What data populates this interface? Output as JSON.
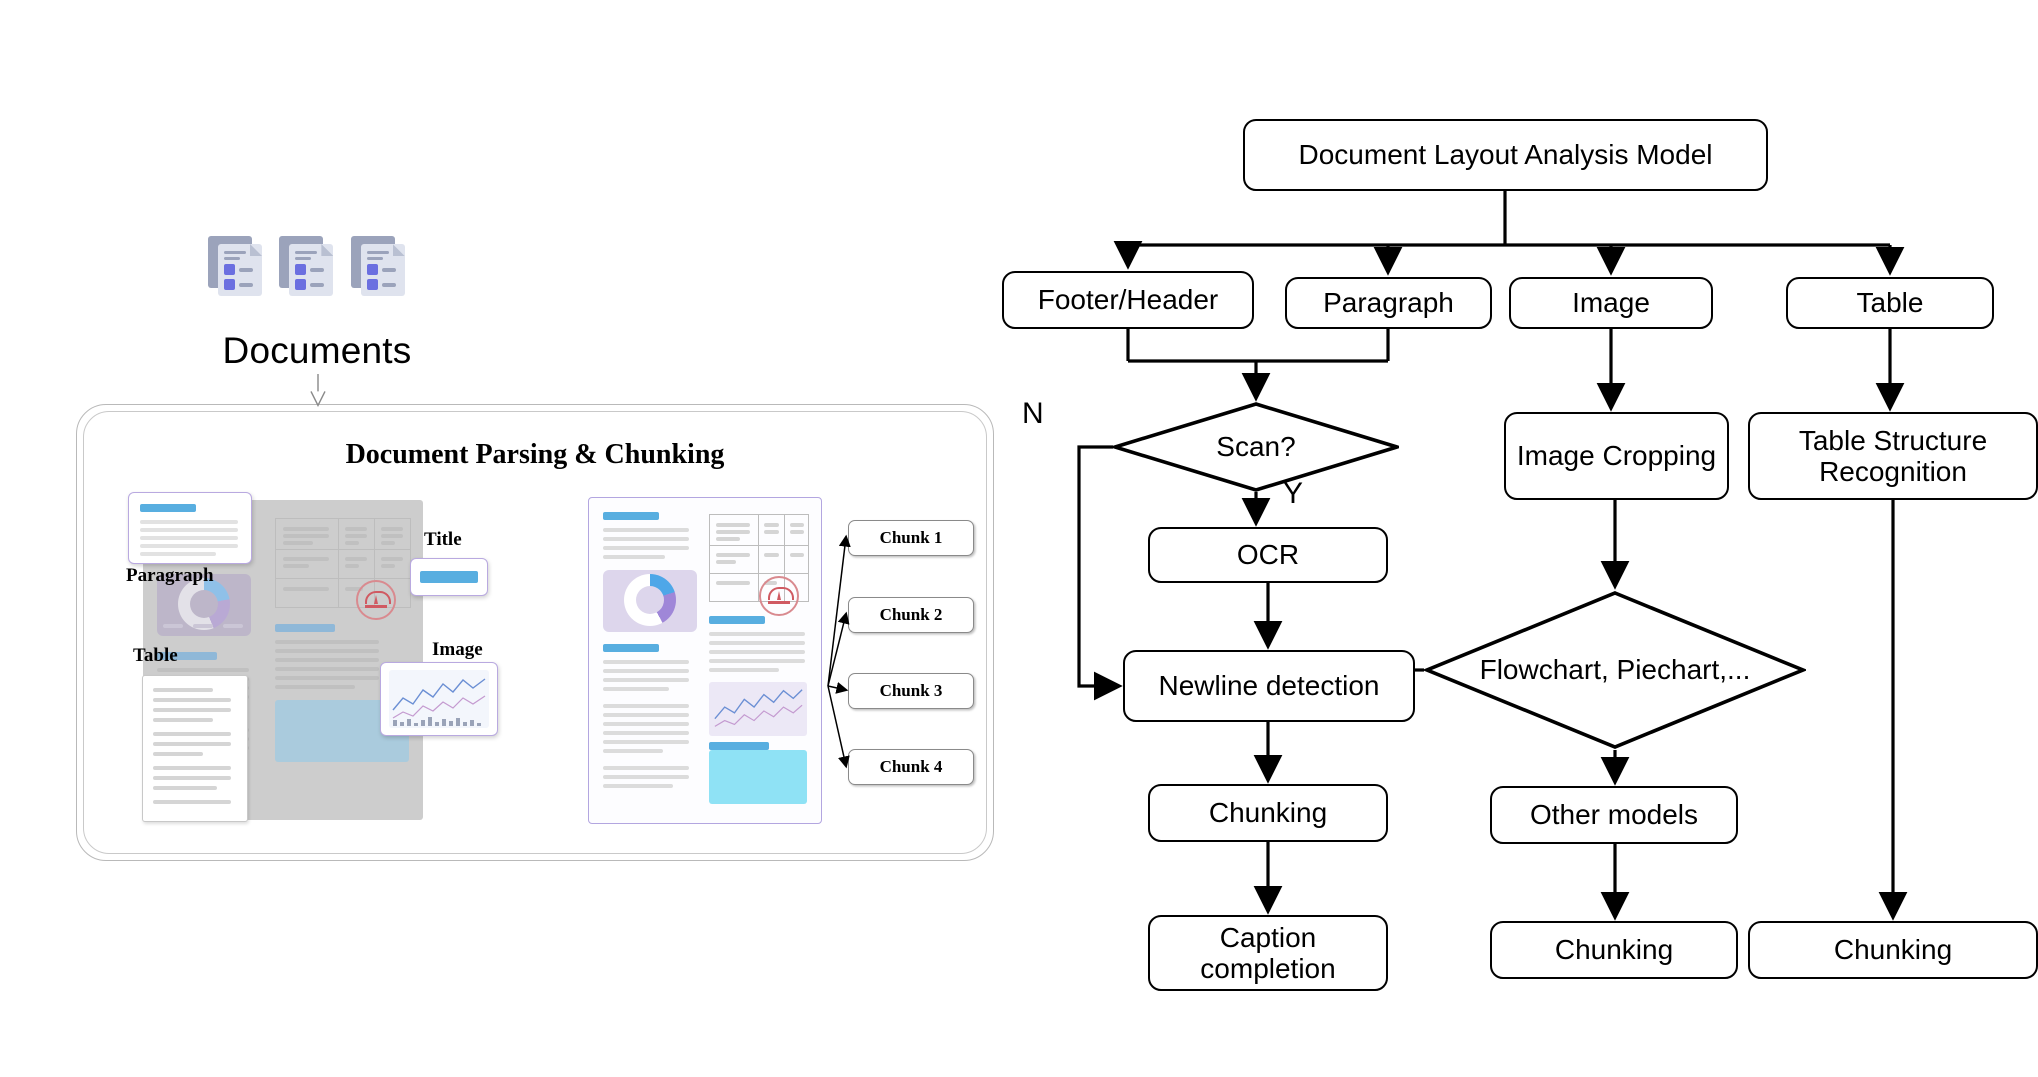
{
  "left_panel": {
    "documents_label": "Documents",
    "panel_title": "Document Parsing & Chunking",
    "annotations": {
      "paragraph": "Paragraph",
      "table": "Table",
      "title": "Title",
      "image": "Image"
    },
    "chunks": [
      "Chunk 1",
      "Chunk 2",
      "Chunk 3",
      "Chunk 4"
    ],
    "doc_icon_count": 3
  },
  "flowchart": {
    "nodes": {
      "root": "Document Layout Analysis Model",
      "footer_header": "Footer/Header",
      "paragraph": "Paragraph",
      "image": "Image",
      "table": "Table",
      "scan": "Scan?",
      "ocr": "OCR",
      "newline_detection": "Newline detection",
      "chunking_left": "Chunking",
      "caption_completion": "Caption completion",
      "image_cropping": "Image Cropping",
      "flowchart_piechart": "Flowchart, Piechart,...",
      "other_models": "Other models",
      "chunking_mid": "Chunking",
      "table_structure_recognition": "Table Structure Recognition",
      "chunking_right": "Chunking"
    },
    "edge_labels": {
      "no": "N",
      "yes": "Y"
    }
  },
  "colors": {
    "stroke": "#000000",
    "panel_border": "#b9b9b9",
    "card_border": "#b9a9e0",
    "accent_blue": "#7fb2dc",
    "icon_blue": "#6b6fe0",
    "icon_gray": "#9ba3bb",
    "mock_gray": "#cdcdcd",
    "stamp_red": "#d05a62"
  }
}
